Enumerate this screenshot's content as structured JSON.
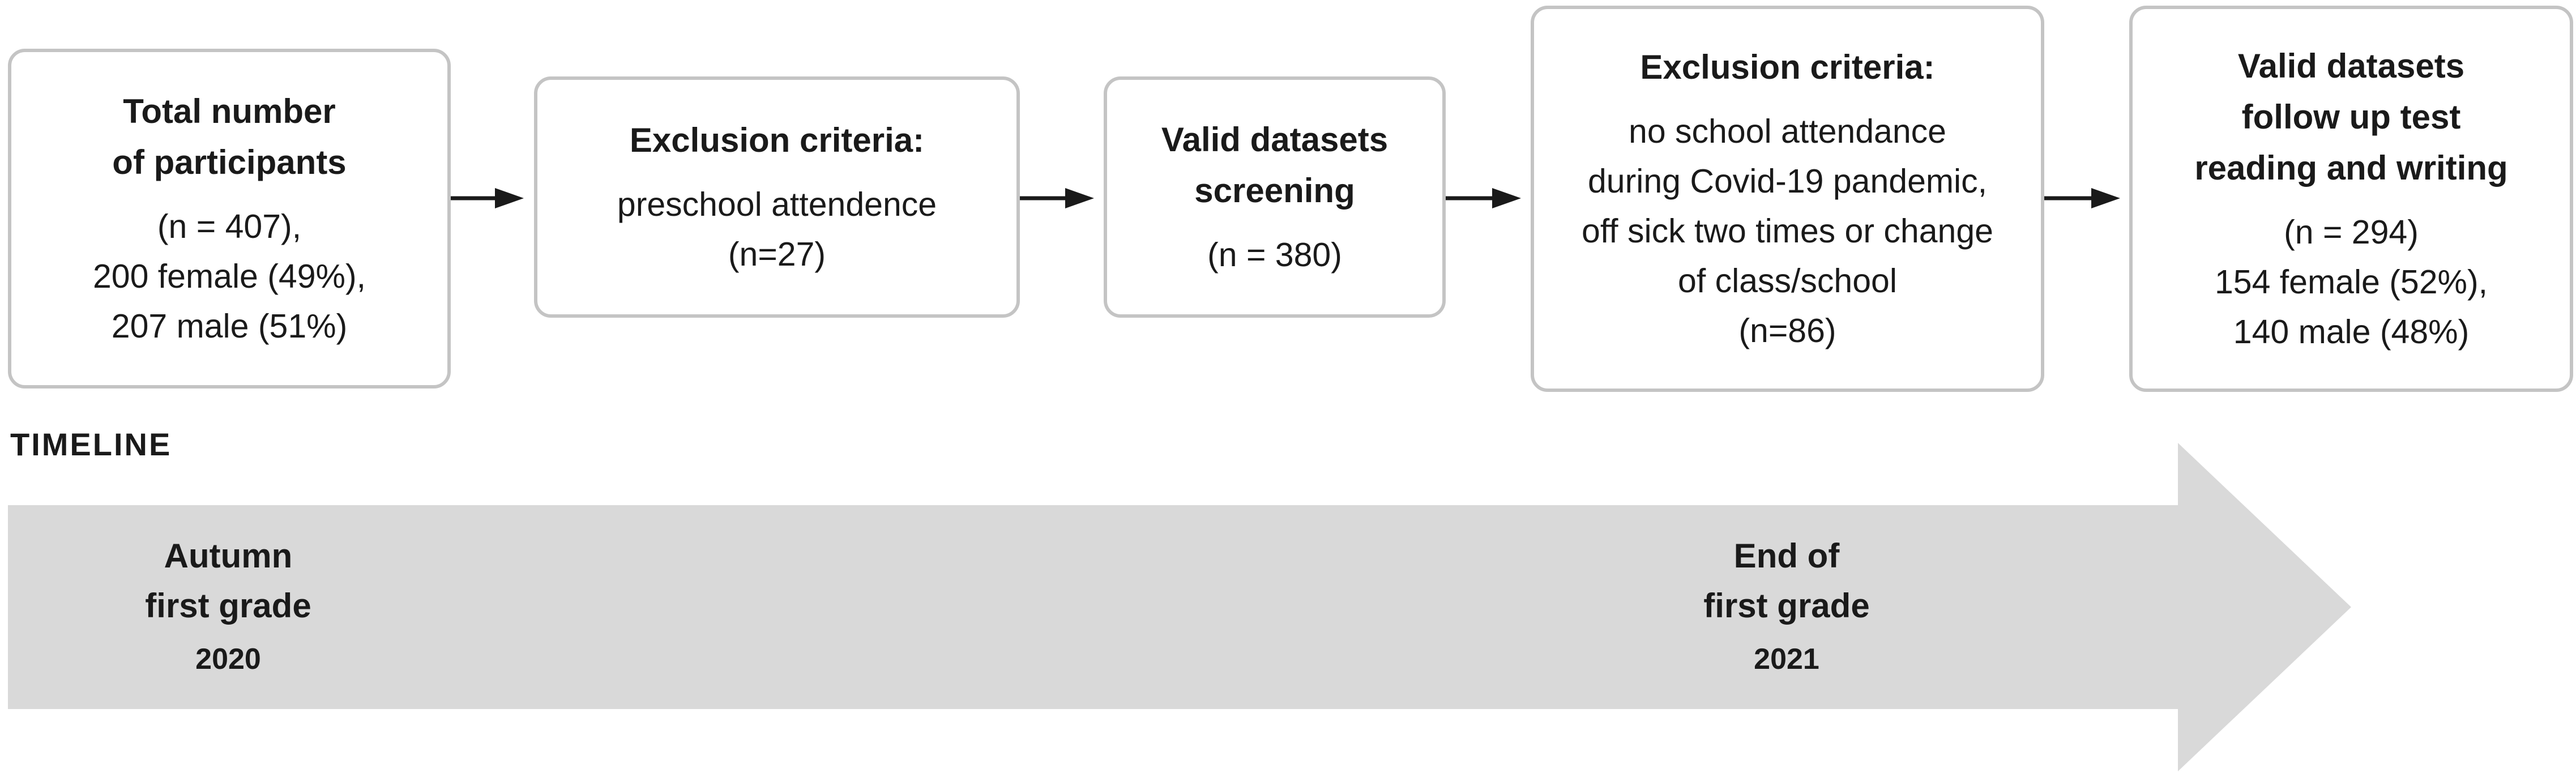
{
  "boxes": [
    {
      "title": [
        "Total number",
        "of participants"
      ],
      "body": [
        "(n = 407),",
        "200 female (49%),",
        "207 male (51%)"
      ]
    },
    {
      "title": [
        "Exclusion criteria:"
      ],
      "body": [
        "preschool attendence",
        "(n=27)"
      ]
    },
    {
      "title": [
        "Valid datasets",
        "screening"
      ],
      "body": [
        "(n = 380)"
      ]
    },
    {
      "title": [
        "Exclusion criteria:"
      ],
      "body": [
        "no school attendance",
        "during Covid-19 pandemic,",
        "off sick two times or change",
        "of class/school",
        "(n=86)"
      ]
    },
    {
      "title": [
        "Valid datasets",
        "follow up test",
        "reading and writing"
      ],
      "body": [
        "(n = 294)",
        "154 female (52%),",
        "140 male  (48%)"
      ]
    }
  ],
  "timeline": {
    "label": "TIMELINE",
    "points": [
      {
        "lines": [
          "Autumn",
          "first grade"
        ],
        "year": "2020"
      },
      {
        "lines": [
          "End of",
          "first grade"
        ],
        "year": "2021"
      }
    ]
  },
  "colors": {
    "box_border": "#c4c4c4",
    "timeline_fill": "#d9d9d9",
    "arrow": "#1a1a1a"
  }
}
